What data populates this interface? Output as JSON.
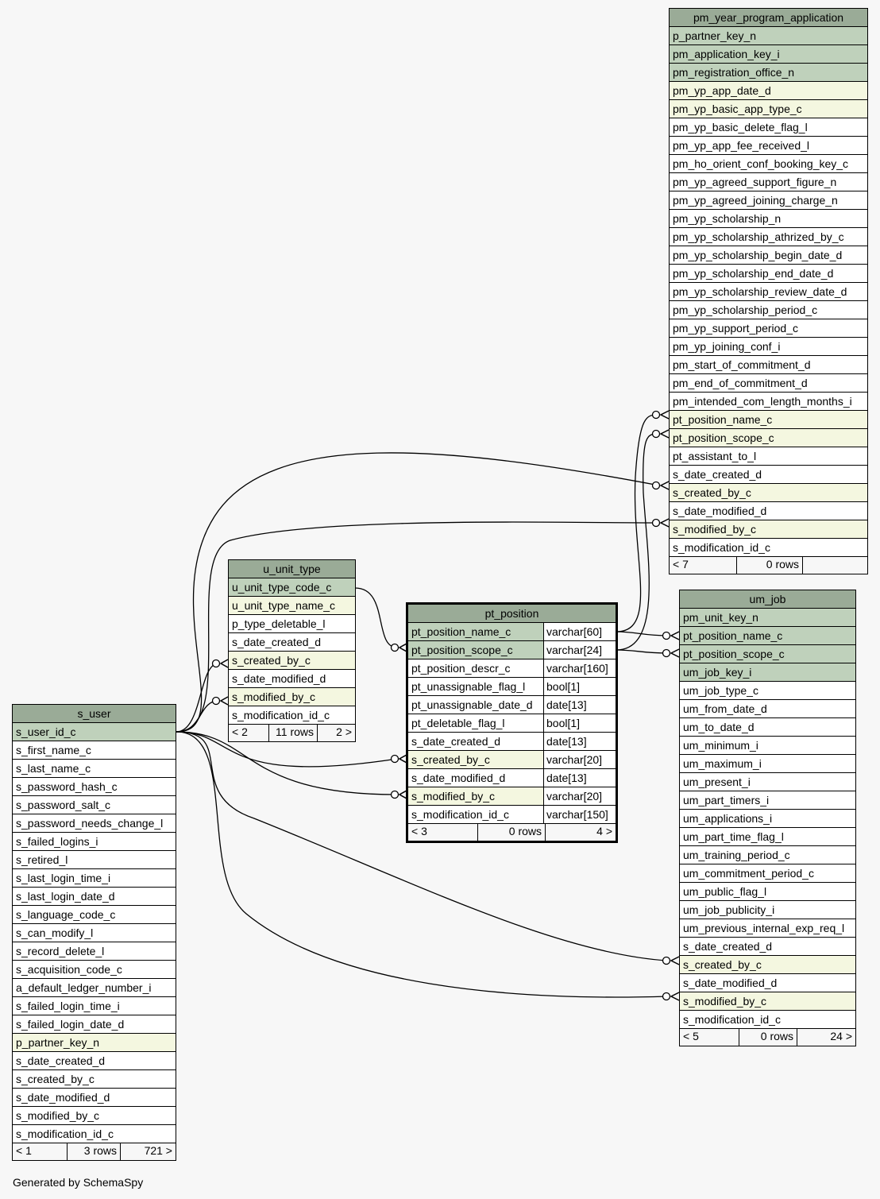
{
  "footer": "Generated by SchemaSpy",
  "tables": {
    "pm_year_program_application": {
      "name": "pm_year_program_application",
      "columns": [
        {
          "name": "p_partner_key_n",
          "kind": "pk"
        },
        {
          "name": "pm_application_key_i",
          "kind": "pk"
        },
        {
          "name": "pm_registration_office_n",
          "kind": "pk"
        },
        {
          "name": "pm_yp_app_date_d",
          "kind": "fk"
        },
        {
          "name": "pm_yp_basic_app_type_c",
          "kind": "fk"
        },
        {
          "name": "pm_yp_basic_delete_flag_l",
          "kind": ""
        },
        {
          "name": "pm_yp_app_fee_received_l",
          "kind": ""
        },
        {
          "name": "pm_ho_orient_conf_booking_key_c",
          "kind": ""
        },
        {
          "name": "pm_yp_agreed_support_figure_n",
          "kind": ""
        },
        {
          "name": "pm_yp_agreed_joining_charge_n",
          "kind": ""
        },
        {
          "name": "pm_yp_scholarship_n",
          "kind": ""
        },
        {
          "name": "pm_yp_scholarship_athrized_by_c",
          "kind": ""
        },
        {
          "name": "pm_yp_scholarship_begin_date_d",
          "kind": ""
        },
        {
          "name": "pm_yp_scholarship_end_date_d",
          "kind": ""
        },
        {
          "name": "pm_yp_scholarship_review_date_d",
          "kind": ""
        },
        {
          "name": "pm_yp_scholarship_period_c",
          "kind": ""
        },
        {
          "name": "pm_yp_support_period_c",
          "kind": ""
        },
        {
          "name": "pm_yp_joining_conf_i",
          "kind": ""
        },
        {
          "name": "pm_start_of_commitment_d",
          "kind": ""
        },
        {
          "name": "pm_end_of_commitment_d",
          "kind": ""
        },
        {
          "name": "pm_intended_com_length_months_i",
          "kind": ""
        },
        {
          "name": "pt_position_name_c",
          "kind": "fk"
        },
        {
          "name": "pt_position_scope_c",
          "kind": "fk"
        },
        {
          "name": "pt_assistant_to_l",
          "kind": ""
        },
        {
          "name": "s_date_created_d",
          "kind": ""
        },
        {
          "name": "s_created_by_c",
          "kind": "fk"
        },
        {
          "name": "s_date_modified_d",
          "kind": ""
        },
        {
          "name": "s_modified_by_c",
          "kind": "fk"
        },
        {
          "name": "s_modification_id_c",
          "kind": ""
        }
      ],
      "footer": {
        "left": "< 7",
        "mid": "0 rows",
        "right": ""
      }
    },
    "u_unit_type": {
      "name": "u_unit_type",
      "columns": [
        {
          "name": "u_unit_type_code_c",
          "kind": "pk"
        },
        {
          "name": "u_unit_type_name_c",
          "kind": "fk"
        },
        {
          "name": "p_type_deletable_l",
          "kind": ""
        },
        {
          "name": "s_date_created_d",
          "kind": ""
        },
        {
          "name": "s_created_by_c",
          "kind": "fk"
        },
        {
          "name": "s_date_modified_d",
          "kind": ""
        },
        {
          "name": "s_modified_by_c",
          "kind": "fk"
        },
        {
          "name": "s_modification_id_c",
          "kind": ""
        }
      ],
      "footer": {
        "left": "< 2",
        "mid": "11 rows",
        "right": "2 >"
      }
    },
    "pt_position": {
      "name": "pt_position",
      "columns": [
        {
          "name": "pt_position_name_c",
          "type": "varchar[60]",
          "kind": "pk"
        },
        {
          "name": "pt_position_scope_c",
          "type": "varchar[24]",
          "kind": "pk"
        },
        {
          "name": "pt_position_descr_c",
          "type": "varchar[160]",
          "kind": ""
        },
        {
          "name": "pt_unassignable_flag_l",
          "type": "bool[1]",
          "kind": ""
        },
        {
          "name": "pt_unassignable_date_d",
          "type": "date[13]",
          "kind": ""
        },
        {
          "name": "pt_deletable_flag_l",
          "type": "bool[1]",
          "kind": ""
        },
        {
          "name": "s_date_created_d",
          "type": "date[13]",
          "kind": ""
        },
        {
          "name": "s_created_by_c",
          "type": "varchar[20]",
          "kind": "fk"
        },
        {
          "name": "s_date_modified_d",
          "type": "date[13]",
          "kind": ""
        },
        {
          "name": "s_modified_by_c",
          "type": "varchar[20]",
          "kind": "fk"
        },
        {
          "name": "s_modification_id_c",
          "type": "varchar[150]",
          "kind": ""
        }
      ],
      "footer": {
        "left": "< 3",
        "mid": "0 rows",
        "right": "4 >"
      }
    },
    "um_job": {
      "name": "um_job",
      "columns": [
        {
          "name": "pm_unit_key_n",
          "kind": "pk"
        },
        {
          "name": "pt_position_name_c",
          "kind": "pk"
        },
        {
          "name": "pt_position_scope_c",
          "kind": "pk"
        },
        {
          "name": "um_job_key_i",
          "kind": "pk"
        },
        {
          "name": "um_job_type_c",
          "kind": ""
        },
        {
          "name": "um_from_date_d",
          "kind": ""
        },
        {
          "name": "um_to_date_d",
          "kind": ""
        },
        {
          "name": "um_minimum_i",
          "kind": ""
        },
        {
          "name": "um_maximum_i",
          "kind": ""
        },
        {
          "name": "um_present_i",
          "kind": ""
        },
        {
          "name": "um_part_timers_i",
          "kind": ""
        },
        {
          "name": "um_applications_i",
          "kind": ""
        },
        {
          "name": "um_part_time_flag_l",
          "kind": ""
        },
        {
          "name": "um_training_period_c",
          "kind": ""
        },
        {
          "name": "um_commitment_period_c",
          "kind": ""
        },
        {
          "name": "um_public_flag_l",
          "kind": ""
        },
        {
          "name": "um_job_publicity_i",
          "kind": ""
        },
        {
          "name": "um_previous_internal_exp_req_l",
          "kind": ""
        },
        {
          "name": "s_date_created_d",
          "kind": ""
        },
        {
          "name": "s_created_by_c",
          "kind": "fk"
        },
        {
          "name": "s_date_modified_d",
          "kind": ""
        },
        {
          "name": "s_modified_by_c",
          "kind": "fk"
        },
        {
          "name": "s_modification_id_c",
          "kind": ""
        }
      ],
      "footer": {
        "left": "< 5",
        "mid": "0 rows",
        "right": "24 >"
      }
    },
    "s_user": {
      "name": "s_user",
      "columns": [
        {
          "name": "s_user_id_c",
          "kind": "pk"
        },
        {
          "name": "s_first_name_c",
          "kind": ""
        },
        {
          "name": "s_last_name_c",
          "kind": ""
        },
        {
          "name": "s_password_hash_c",
          "kind": ""
        },
        {
          "name": "s_password_salt_c",
          "kind": ""
        },
        {
          "name": "s_password_needs_change_l",
          "kind": ""
        },
        {
          "name": "s_failed_logins_i",
          "kind": ""
        },
        {
          "name": "s_retired_l",
          "kind": ""
        },
        {
          "name": "s_last_login_time_i",
          "kind": ""
        },
        {
          "name": "s_last_login_date_d",
          "kind": ""
        },
        {
          "name": "s_language_code_c",
          "kind": ""
        },
        {
          "name": "s_can_modify_l",
          "kind": ""
        },
        {
          "name": "s_record_delete_l",
          "kind": ""
        },
        {
          "name": "s_acquisition_code_c",
          "kind": ""
        },
        {
          "name": "a_default_ledger_number_i",
          "kind": ""
        },
        {
          "name": "s_failed_login_time_i",
          "kind": ""
        },
        {
          "name": "s_failed_login_date_d",
          "kind": ""
        },
        {
          "name": "p_partner_key_n",
          "kind": "fk"
        },
        {
          "name": "s_date_created_d",
          "kind": ""
        },
        {
          "name": "s_created_by_c",
          "kind": ""
        },
        {
          "name": "s_date_modified_d",
          "kind": ""
        },
        {
          "name": "s_modified_by_c",
          "kind": ""
        },
        {
          "name": "s_modification_id_c",
          "kind": ""
        }
      ],
      "footer": {
        "left": "< 1",
        "mid": "3 rows",
        "right": "721 >"
      }
    }
  }
}
